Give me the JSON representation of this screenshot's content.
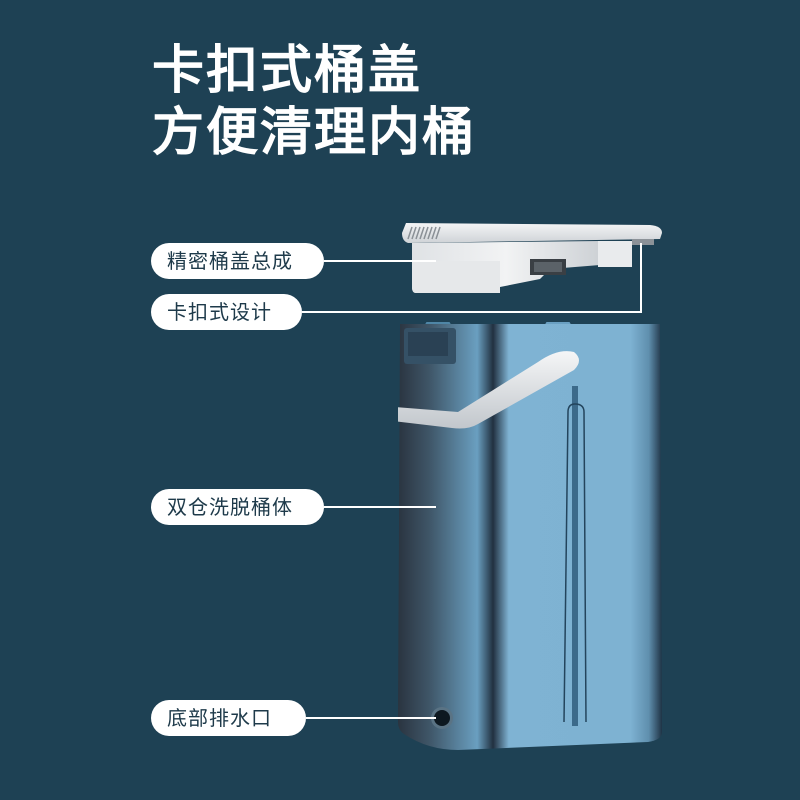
{
  "headline": {
    "line1": "卡扣式桶盖",
    "line2": "方便清理内桶"
  },
  "callouts": [
    {
      "label": "精密桶盖总成",
      "target": "lid-assembly"
    },
    {
      "label": "卡扣式设计",
      "target": "snap-latch"
    },
    {
      "label": "双仓洗脱桶体",
      "target": "bucket-body"
    },
    {
      "label": "底部排水口",
      "target": "drain-outlet"
    }
  ],
  "colors": {
    "background": "#1e4154",
    "pill_bg": "#ffffff",
    "pill_text": "#1e3a4a",
    "bucket_light": "#7fb3d3",
    "bucket_dark": "#2a3d4f",
    "lid": "#e8eaec"
  }
}
